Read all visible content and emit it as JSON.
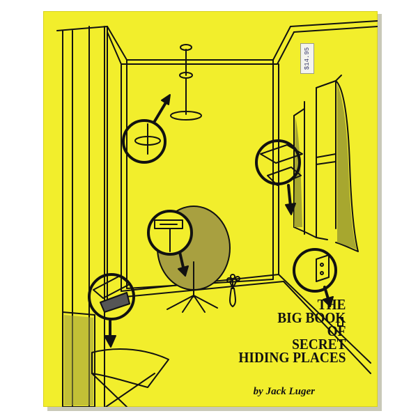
{
  "book": {
    "title_lines": [
      "THE",
      "BIG BOOK",
      "OF",
      "SECRET",
      "HIDING PLACES"
    ],
    "author": "by Jack Luger",
    "price_sticker": "$14.95"
  },
  "colors": {
    "cover_yellow": "#f2ee2c",
    "ink": "#111111",
    "curtain": "#9a9a30",
    "table_top": "#a8a040"
  },
  "icons": [
    "ceiling-lamp-icon",
    "window-curtain-icon",
    "pedestal-table-icon",
    "vase-icon",
    "wall-outlet-icon",
    "floor-rug-icon",
    "magnifier-circle-icon",
    "arrow-icon"
  ]
}
